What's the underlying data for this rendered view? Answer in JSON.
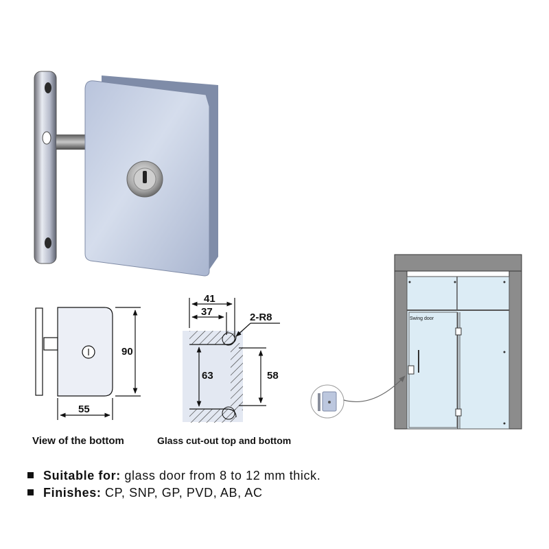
{
  "views": {
    "bottom_caption": "View of the bottom",
    "cutout_caption": "Glass cut-out top and bottom"
  },
  "dimensions": {
    "height": "90",
    "width": "55",
    "cutout_outer": "41",
    "cutout_inner": "37",
    "radius": "2-R8",
    "cutout_height_left": "63",
    "cutout_height_right": "58"
  },
  "installation": {
    "door_label": "Swing door"
  },
  "specs": [
    {
      "label": "Suitable for:",
      "value": "glass door from 8 to 12 mm thick."
    },
    {
      "label": "Finishes:",
      "value": "CP, SNP, GP, PVD, AB, AC"
    }
  ],
  "colors": {
    "metal_light": "#c9d3e6",
    "metal_mid": "#8e9cbb",
    "glass": "#dcecf5",
    "wall": "#8c8c8c",
    "hatch_bg": "#e3e8f2"
  }
}
